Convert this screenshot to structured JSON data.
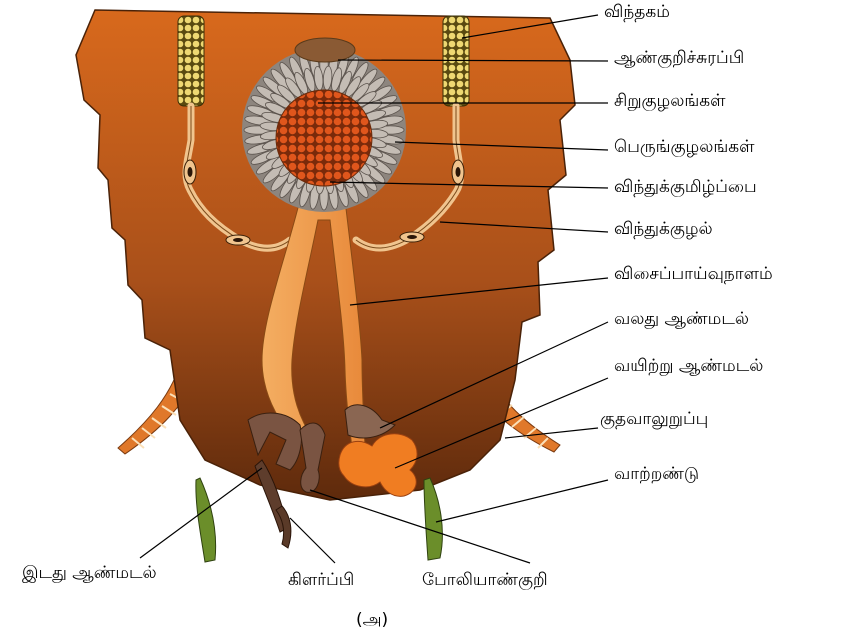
{
  "labels": {
    "testis": "விந்தகம்",
    "mushroom_gland": "ஆண்குறிச்சுரப்பி",
    "small_tubules": "சிறுகுழலங்கள்",
    "large_tubules": "பெருங்குழலங்கள்",
    "seminal_vesicle": "விந்துக்குமிழ்ப்பை",
    "vas_deferens": "விந்துக்குழல்",
    "ejaculatory_duct": "விசைப்பாய்வுநாளம்",
    "right_phallomere": "வலது ஆண்மடல்",
    "ventral_phallomere": "வயிற்று ஆண்மடல்",
    "anal_cercus": "குதவாலுறுப்பு",
    "anal_style": "வாற்றண்டு",
    "left_phallomere": "இடது ஆண்மடல்",
    "titillator": "கிளர்ப்பி",
    "pseudopenis": "போலியாண்குறி"
  },
  "caption": "(அ)",
  "colors": {
    "abdomen_top": "#d8691c",
    "abdomen_bottom": "#5e2a0c",
    "testis": "#e8d36a",
    "gland_petals": "#b7afa8",
    "small_tubules": "#d9531a",
    "ducts": "#f0a04e",
    "phallomere": "#6e4b3a",
    "ventral_phallomere": "#f07d22",
    "cercus": "#e0782a",
    "style": "#6b8e2a"
  }
}
